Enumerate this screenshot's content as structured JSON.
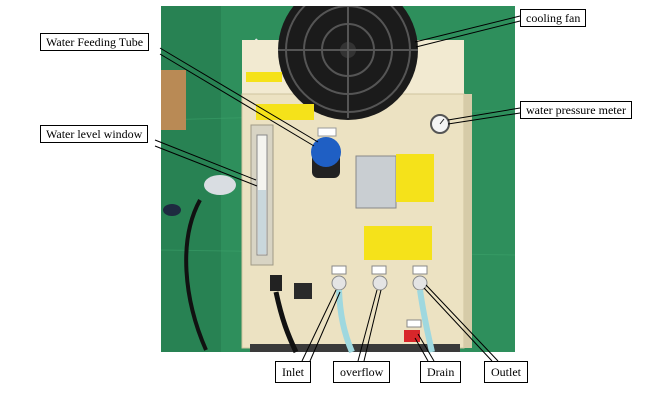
{
  "labels": {
    "water_feeding_tube": "Water Feeding Tube",
    "water_level_window": "Water level window",
    "cooling_fan": "cooling fan",
    "water_pressure_meter": "water pressure meter",
    "inlet": "Inlet",
    "overflow": "overflow",
    "drain": "Drain",
    "outlet": "Outlet"
  },
  "colors": {
    "floor": "#2e8f5c",
    "cabinet": "#ece2c2",
    "feed_cap": "#1f5fc4",
    "warning_label": "#f5e21a",
    "drain_valve": "#d8262a"
  }
}
